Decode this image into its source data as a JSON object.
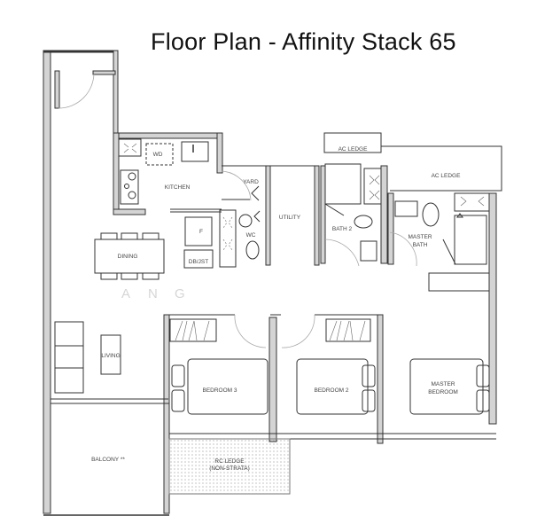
{
  "title": "Floor Plan - Affinity Stack 65",
  "watermark": [
    "A",
    "N",
    "G"
  ],
  "rooms": {
    "kitchen": "KITCHEN",
    "wd": "WD",
    "yard": "YARD",
    "utility": "UTILITY",
    "wc": "WC",
    "fridge": "F",
    "dbjst": "DB/JST",
    "dining": "DINING",
    "living": "LIVING",
    "bath2": "BATH 2",
    "master_bath_1": "MASTER",
    "master_bath_2": "BATH",
    "ac_ledge_1": "AC LEDGE",
    "ac_ledge_2": "AC LEDGE",
    "bedroom3": "BEDROOM 3",
    "bedroom2": "BEDROOM 2",
    "master_bedroom_1": "MASTER",
    "master_bedroom_2": "BEDROOM",
    "balcony": "BALCONY **",
    "rc_ledge_1": "RC LEDGE",
    "rc_ledge_2": "(NON-STRATA)"
  },
  "colors": {
    "wall_fill": "#d4d4d4",
    "wall_line": "#333333",
    "ledge_dots": "#9a9a9a"
  }
}
